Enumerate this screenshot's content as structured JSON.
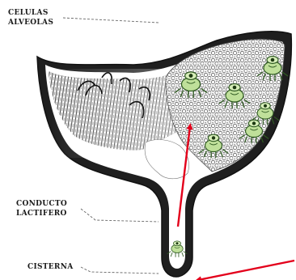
{
  "labels": {
    "alveolar_cells_line1": "CELULAS",
    "alveolar_cells_line2": "ALVEOLAS",
    "duct_line1": "CONDUCTO",
    "duct_line2": "LACTIFERO",
    "cistern": "CISTERNA"
  },
  "colors": {
    "outline": "#1c1c1c",
    "arrow": "#e3001b",
    "bacteria_fill": "#bfe09a",
    "bacteria_stroke": "#2f5a22",
    "alveoli_fill": "#efefef",
    "lumen": "#ffffff"
  },
  "icons": [
    "bacterium-icon"
  ]
}
